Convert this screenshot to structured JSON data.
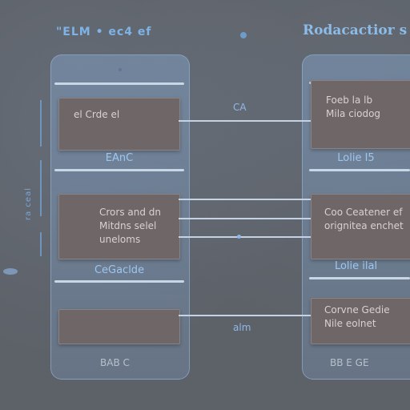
{
  "header": {
    "left_title": "\"ELM • ec4 ef",
    "right_title": "Rodacactior s"
  },
  "side_label": "ra ceal",
  "left_panel": {
    "boxes": [
      {
        "lines": [
          "el Crde el"
        ]
      },
      {
        "lines": [
          "Crors and dn",
          "Mitdns selel",
          "uneloms"
        ]
      },
      {
        "lines": [
          ""
        ]
      }
    ],
    "section_labels": [
      "EAnC",
      "CeGaclde"
    ],
    "footer": "BAB C"
  },
  "right_panel": {
    "boxes": [
      {
        "lines": [
          "Foeb la lb",
          "Mila ciodog"
        ]
      },
      {
        "lines": [
          "Coo Ceatener ef",
          "orignitea enchet"
        ]
      },
      {
        "lines": [
          "Corvne Gedie",
          "Nile eolnet"
        ]
      }
    ],
    "section_labels": [
      "Lolie I5",
      "Lolie ilal"
    ],
    "footer": "BB E GE"
  },
  "connectors": {
    "labels": [
      "CA",
      "alm"
    ]
  }
}
